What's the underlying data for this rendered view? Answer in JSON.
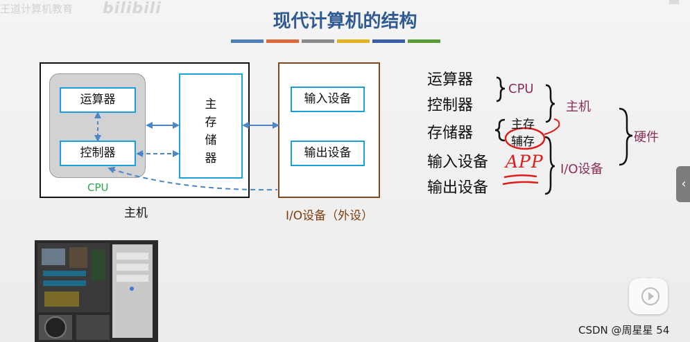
{
  "watermark": "王道计算机教育",
  "logo": "bilibili",
  "slide": {
    "title": "现代计算机的结构",
    "stripe_colors": [
      "#4e7fb8",
      "#d9693a",
      "#8a8a8a",
      "#e3b21f",
      "#3b5fa6",
      "#5a9b3a"
    ]
  },
  "diagram": {
    "alu": "运算器",
    "control": "控制器",
    "memory": "主存储器",
    "memory_chars": [
      "主",
      "存",
      "储",
      "器"
    ],
    "cpu_label": "CPU",
    "host_label": "主机",
    "input": "输入设备",
    "output": "输出设备",
    "io_label": "I/O设备（外设）"
  },
  "notes": {
    "alu": "运算器",
    "control": "控制器",
    "storage": "存储器",
    "input": "输入设备",
    "output": "输出设备",
    "cpu": "CPU",
    "host": "主机",
    "main_mem": "主存",
    "aux_mem": "辅存",
    "io": "I/O设备",
    "hardware": "硬件",
    "app": "APP"
  },
  "colors": {
    "accent_blue": "#1aa0d8",
    "maroon": "#8b2d5a",
    "title_blue": "#2f5b92",
    "annotation_red": "#e01b1b"
  },
  "player": {
    "side_tab_icon": "chevron-left-icon",
    "play_icon": "play-icon"
  },
  "footer": {
    "credit": "CSDN @周星星 54"
  }
}
